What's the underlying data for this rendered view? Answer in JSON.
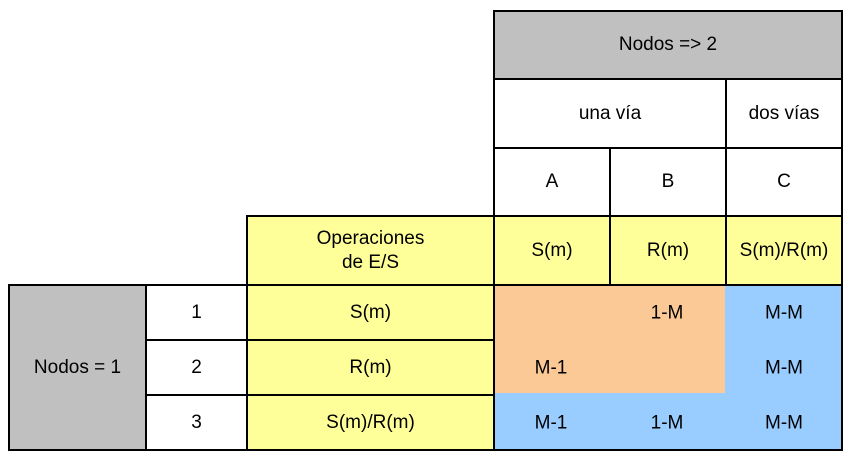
{
  "header": {
    "nodos_multi": "Nodos => 2",
    "una_via": "una vía",
    "dos_vias": "dos vías",
    "columns": [
      "A",
      "B",
      "C"
    ]
  },
  "io_header": {
    "label": "Operaciones\nde E/S",
    "values": [
      "S(m)",
      "R(m)",
      "S(m)/R(m)"
    ]
  },
  "rows_header": "Nodos = 1",
  "rows": [
    {
      "num": "1",
      "op": "S(m)"
    },
    {
      "num": "2",
      "op": "R(m)"
    },
    {
      "num": "3",
      "op": "S(m)/R(m)"
    }
  ],
  "results": {
    "r1_b": "1-M",
    "r1_c": "M-M",
    "r2_a": "M-1",
    "r2_c": "M-M",
    "r3_a": "M-1",
    "r3_b": "1-M",
    "r3_c": "M-M"
  },
  "colors": {
    "gray": "#c0c0c0",
    "yellow": "#ffff99",
    "orange": "#fbc995",
    "blue": "#99ccff"
  }
}
